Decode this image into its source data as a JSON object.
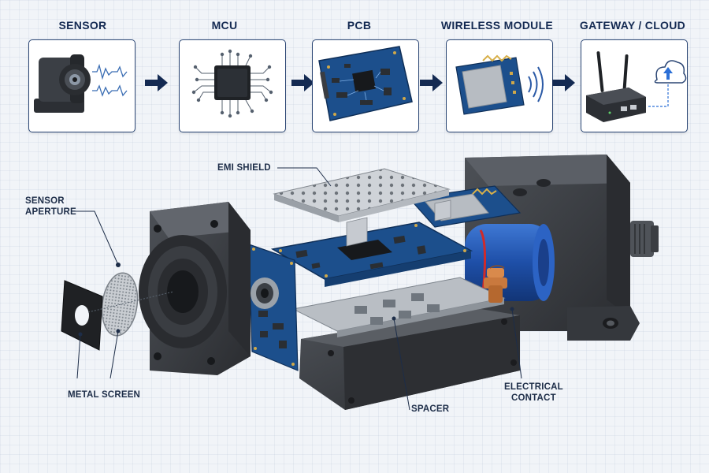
{
  "pipeline": {
    "stages": [
      {
        "title": "SENSOR",
        "icon": "sensor-module-icon"
      },
      {
        "title": "MCU",
        "icon": "microcontroller-chip-icon"
      },
      {
        "title": "PCB",
        "icon": "circuit-board-icon"
      },
      {
        "title": "WIRELESS MODULE",
        "icon": "wireless-module-icon"
      },
      {
        "title": "GATEWAY / CLOUD",
        "icon": "gateway-router-cloud-icon"
      }
    ],
    "arrow_icon": "right-arrow-icon",
    "accent_color": "#142a52"
  },
  "callouts": {
    "sensor_aperture": [
      "SENSOR",
      "APERTURE"
    ],
    "emi_shield": "EMI SHIELD",
    "metal_screen": "METAL SCREEN",
    "spacer": "SPACER",
    "electrical_contact": [
      "ELECTRICAL",
      "CONTACT"
    ]
  },
  "colors": {
    "board_blue": "#1c4f8c",
    "housing_dark": "#3a3d42",
    "battery_blue": "#1e4fa8",
    "copper": "#c9793e",
    "frame": "#2b4674"
  }
}
